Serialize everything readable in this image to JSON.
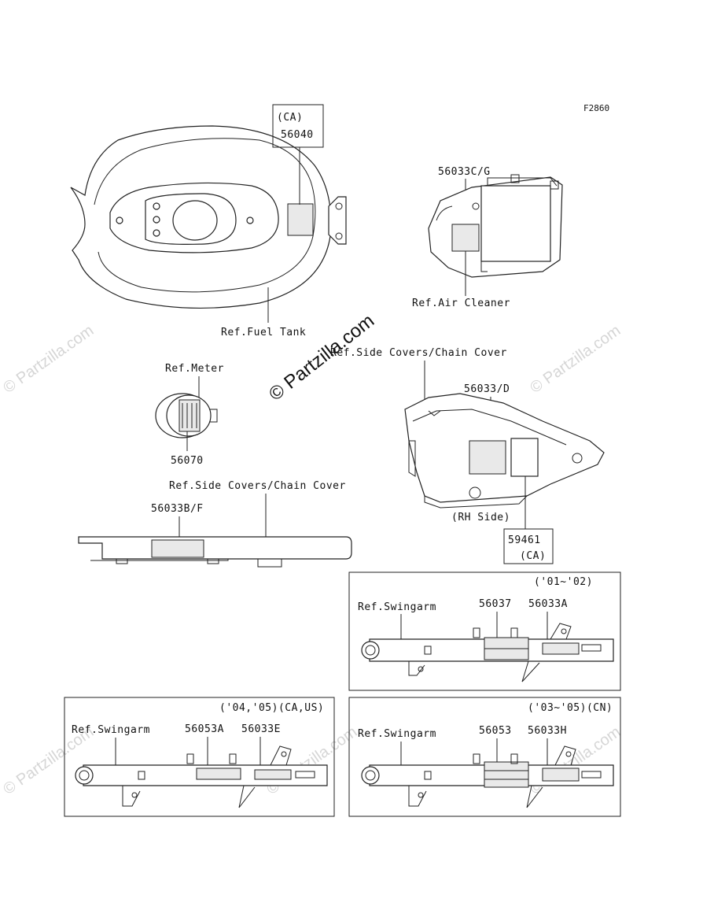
{
  "figure_code": "F2860",
  "watermark": {
    "main": "© Partzilla.com",
    "faint": "© Partzilla.com"
  },
  "fuel_tank": {
    "ca_tag": "(CA)",
    "part_56040": "56040",
    "ref": "Ref.Fuel Tank"
  },
  "air_cleaner": {
    "part": "56033C/G",
    "ref": "Ref.Air Cleaner"
  },
  "meter": {
    "ref": "Ref.Meter",
    "part": "56070"
  },
  "side_cover_rh": {
    "ref": "Ref.Side Covers/Chain Cover",
    "part": "56033/D",
    "side": "(RH Side)",
    "part_59461": "59461",
    "ca_tag": "(CA)"
  },
  "chain_cover": {
    "ref": "Ref.Side Covers/Chain Cover",
    "part": "56033B/F"
  },
  "swingarm_01_02": {
    "years": "('01~'02)",
    "ref": "Ref.Swingarm",
    "part_a": "56037",
    "part_b": "56033A"
  },
  "swingarm_04_05": {
    "years": "('04,'05)(CA,US)",
    "ref": "Ref.Swingarm",
    "part_a": "56053A",
    "part_b": "56033E"
  },
  "swingarm_03_05": {
    "years": "('03~'05)(CN)",
    "ref": "Ref.Swingarm",
    "part_a": "56053",
    "part_b": "56033H"
  }
}
